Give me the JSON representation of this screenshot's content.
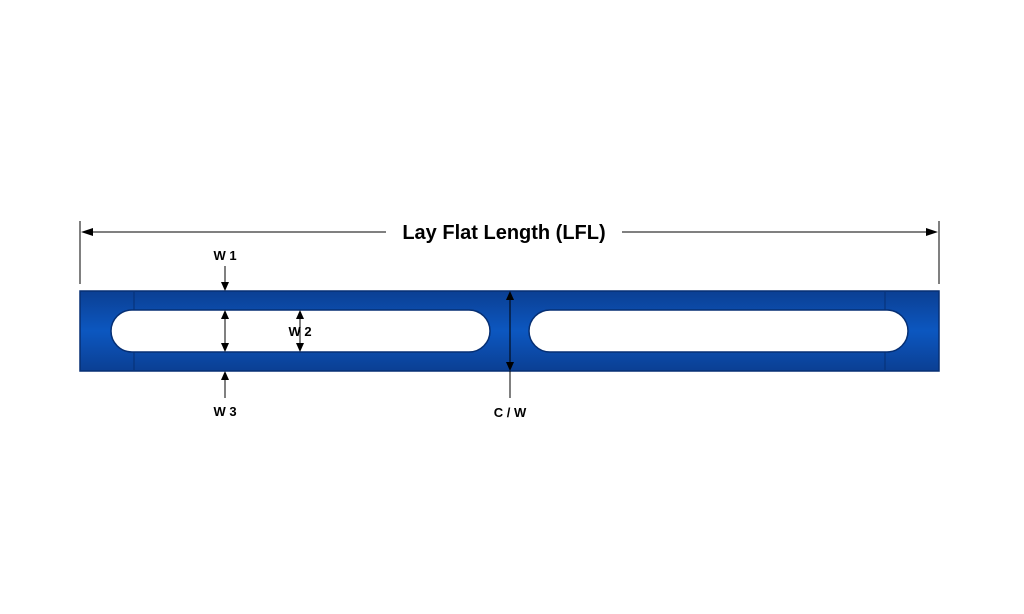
{
  "diagram": {
    "title": "Lay Flat Length (LFL)",
    "labels": {
      "w1": "W 1",
      "w2": "W 2",
      "w3": "W 3",
      "cw": "C / W"
    },
    "colors": {
      "body": "#0a4fb0",
      "body_edge": "#062f73",
      "slot": "#ffffff",
      "line": "#000000"
    }
  }
}
